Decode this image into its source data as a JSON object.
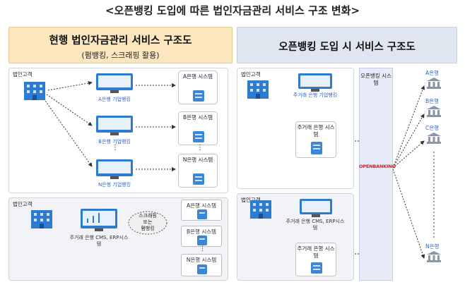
{
  "title": "<오픈뱅킹 도입에 따른 법인자금관리 서비스 구조 변화>",
  "left": {
    "header_main": "현행 법인자금관리 서비스 구조도",
    "header_sub": "(펌뱅킹, 스크래핑 활용)",
    "top": {
      "client": "법인고객",
      "terminals": [
        "A은행 기업뱅킹",
        "B은행 기업뱅킹",
        "N은행 기업뱅킹"
      ],
      "systems": [
        "A은행 시스템",
        "B은행 시스템",
        "N은행 시스템"
      ],
      "dots": "⋮"
    },
    "bottom": {
      "client": "법인고객",
      "terminal": "주거래 은행 CMS, ERP시스템",
      "cloud_line1": "스크래핑",
      "cloud_line2": "또는",
      "cloud_line3": "펌뱅킹",
      "systems": [
        "A은행 시스템",
        "B은행 시스템",
        "N은행 시스템"
      ]
    }
  },
  "right": {
    "header_main": "오픈뱅킹 도입 시 서비스 구조도",
    "top": {
      "client": "법인고객",
      "terminal": "주거래 은행 기업뱅킹",
      "system": "주거래 은행 시스템"
    },
    "bottom": {
      "client": "법인고객",
      "terminal": "주거래 은행 CMS, ERP시스템",
      "system": "주거래 은행 시스템"
    },
    "openbanking_system": "오픈뱅킹 시스템",
    "openbanking_logo": "OPENBANKING",
    "banks": [
      "A은행",
      "B은행",
      "C은행",
      "N은행"
    ]
  },
  "colors": {
    "header_left": "#fbe6bd",
    "header_right": "#dfe6f0",
    "accent_blue": "#2a66c4",
    "logo_red": "#d0202a"
  }
}
